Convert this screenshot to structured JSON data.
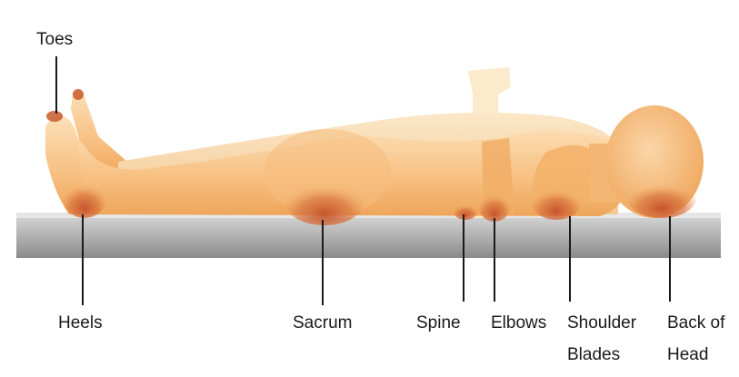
{
  "diagram": {
    "labels": {
      "toes": "Toes",
      "heels": "Heels",
      "sacrum": "Sacrum",
      "spine": "Spine",
      "elbows": "Elbows",
      "shoulder_blades_line1": "Shoulder",
      "shoulder_blades_line2": "Blades",
      "back_of_head_line1": "Back of",
      "back_of_head_line2": "Head"
    },
    "colors": {
      "skin_light": "#fbd3a3",
      "skin_mid": "#f5b56f",
      "skin_dark": "#e9953f",
      "pressure_point": "#c85a2a",
      "mattress_top": "#cfcfcf",
      "mattress_bottom": "#8a8a8a",
      "leader_line": "#1a1a1a"
    }
  }
}
